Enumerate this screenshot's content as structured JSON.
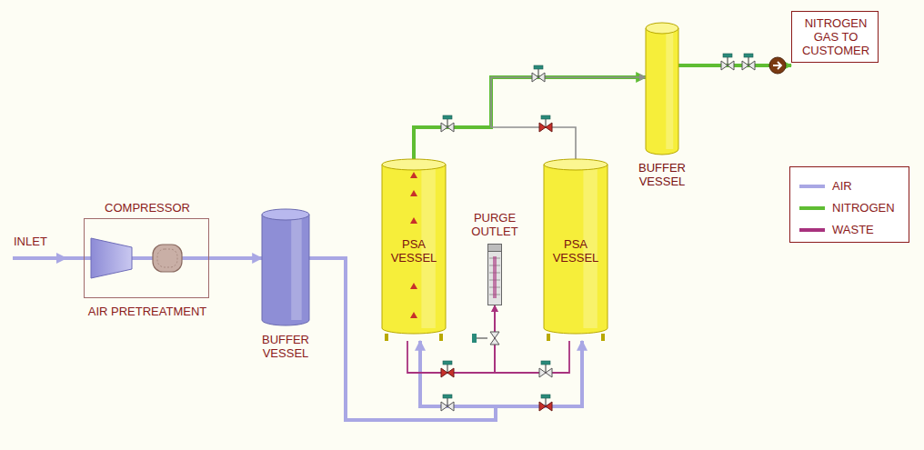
{
  "diagram": {
    "nodes": [
      {
        "text": [
          "COMPRESSOR",
          "AIR PRETREATMENT"
        ]
      },
      {
        "text": [
          "BUFFER VESSEL"
        ]
      },
      {
        "text": [
          "PSA VESSEL"
        ]
      },
      {
        "text": [
          "PURGE OUTLET"
        ]
      },
      {
        "text": [
          "PSA VESSEL"
        ]
      },
      {
        "text": [
          "BUFFER VESSEL"
        ]
      },
      {
        "text": [
          "NITROGEN GAS TO CUSTOMER"
        ]
      }
    ],
    "edges": [
      {
        "from": 0,
        "to": 1,
        "arrow": "to"
      },
      {
        "from": 1,
        "to": 2,
        "arrow": "to"
      },
      {
        "from": 1,
        "to": 4,
        "arrow": "to"
      },
      {
        "from": 2,
        "to": 5,
        "arrow": "to"
      },
      {
        "from": 4,
        "to": 5,
        "arrow": "to"
      },
      {
        "from": 2,
        "to": 3,
        "arrow": "to"
      },
      {
        "from": 4,
        "to": 3,
        "arrow": "to"
      },
      {
        "from": 5,
        "to": 6,
        "arrow": "to"
      }
    ],
    "labels": [
      "INLET"
    ],
    "legend": [
      {
        "text": "AIR",
        "color": "#a9a7e4"
      },
      {
        "text": "NITROGEN",
        "color": "#5fbd33"
      },
      {
        "text": "WASTE",
        "color": "#a8327e"
      }
    ]
  }
}
